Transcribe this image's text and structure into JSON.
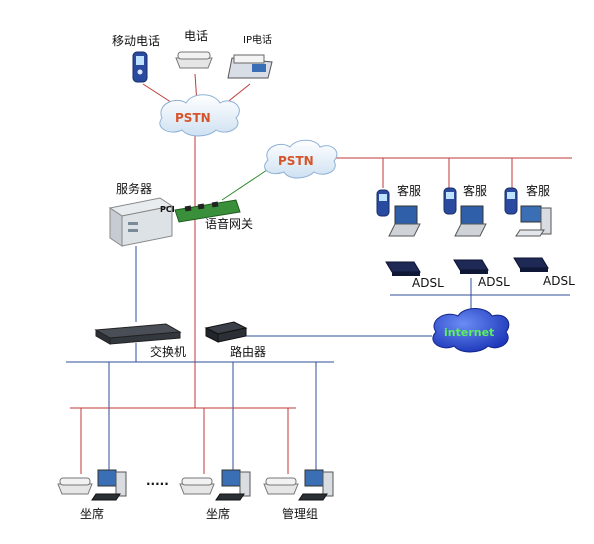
{
  "labels": {
    "mobile": "移动电话",
    "phone": "电话",
    "ip_phone": "IP电话",
    "pstn_top": "PSTN",
    "pstn_mid": "PSTN",
    "server": "服务器",
    "pci": "PCI",
    "voice_gateway": "语音网关",
    "cs1": "客服",
    "cs2": "客服",
    "cs3": "客服",
    "adsl1": "ADSL",
    "adsl2": "ADSL",
    "adsl3": "ADSL",
    "internet": "internet",
    "switch": "交换机",
    "router": "路由器",
    "dots": "·····",
    "seat1": "坐席",
    "seat2": "坐席",
    "mgmt": "管理组"
  },
  "colors": {
    "phone_line": "#c23a3a",
    "data_line": "#2f4f9a",
    "cloud_text": "#d6542a",
    "internet_fill": "#2a4fd8",
    "internet_text": "#5cf05c"
  }
}
